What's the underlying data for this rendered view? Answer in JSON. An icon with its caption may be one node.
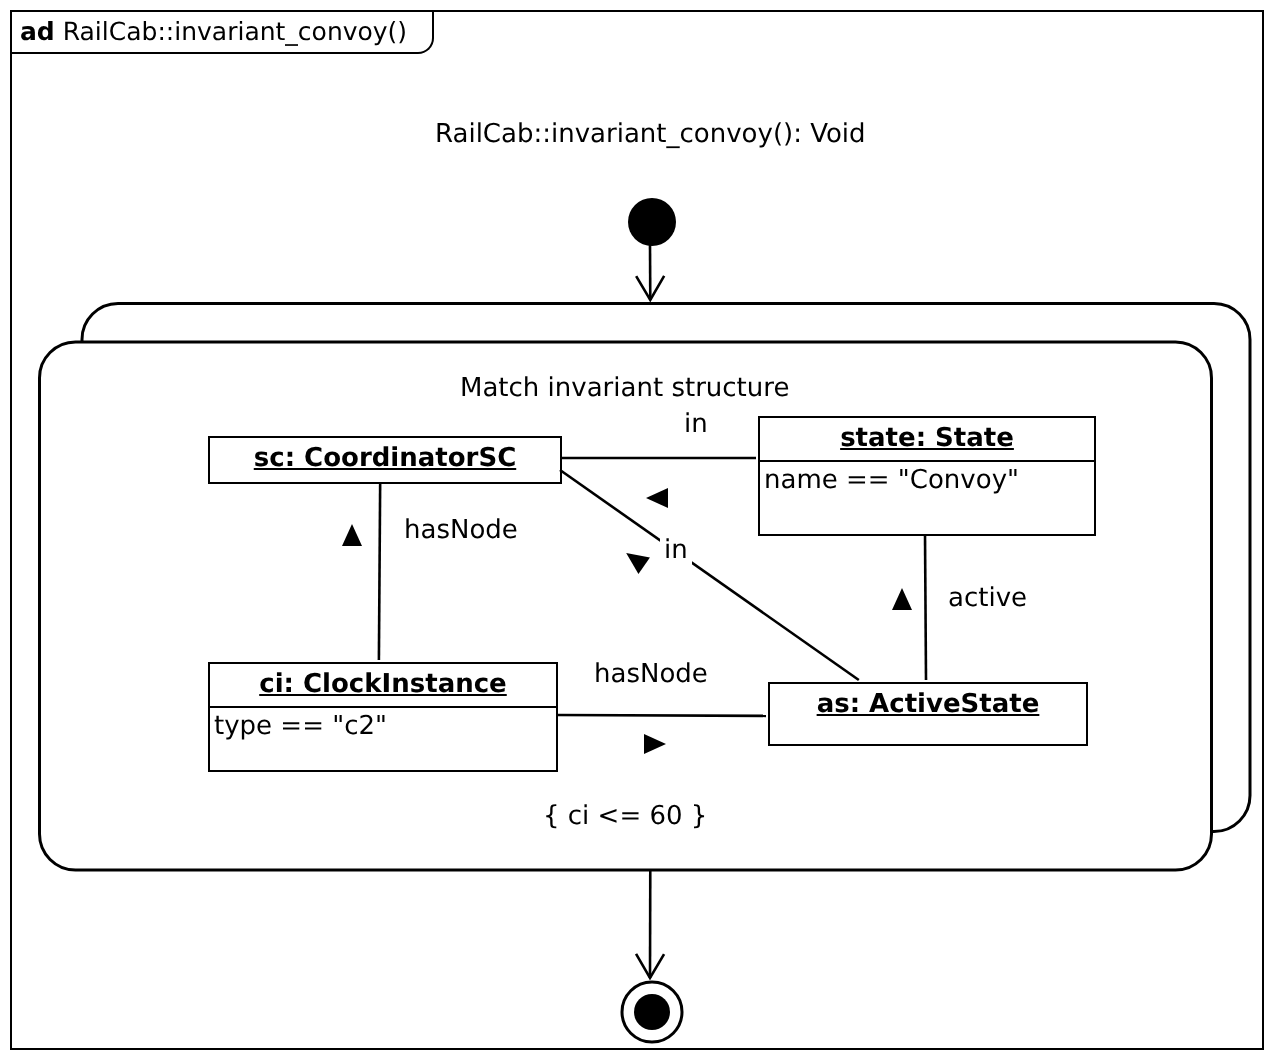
{
  "diagram": {
    "nodes": [
      {
        "text": [
          "**ad** RailCab::invariant_convoy()"
        ]
      },
      {
        "text": [],
        "shape": "circle",
        "in": 0
      },
      {
        "text": [
          "Match invariant structure",
          "{ ci <= 60 }"
        ],
        "in": 0
      },
      {
        "text": [
          "sc: CoordinatorSC"
        ],
        "in": 2
      },
      {
        "text": [
          "state: State",
          "name == \"Convoy\""
        ],
        "in": 2
      },
      {
        "text": [
          "ci: ClockInstance",
          "type == \"c2\""
        ],
        "in": 2
      },
      {
        "text": [
          "as: ActiveState"
        ],
        "in": 2
      },
      {
        "text": [],
        "shape": "circle",
        "in": 0
      }
    ],
    "edges": [
      {
        "from": 1,
        "to": 2,
        "arrow": "to"
      },
      {
        "from": 2,
        "to": 7,
        "arrow": "to"
      },
      {
        "from": 4,
        "to": 3,
        "arrow": "none",
        "label": "in"
      },
      {
        "from": 6,
        "to": 3,
        "arrow": "none",
        "label": "in"
      },
      {
        "from": 5,
        "to": 3,
        "arrow": "none",
        "label": "hasNode"
      },
      {
        "from": 5,
        "to": 6,
        "arrow": "none",
        "label": "hasNode"
      },
      {
        "from": 6,
        "to": 4,
        "arrow": "none",
        "label": "active"
      }
    ],
    "labels": [
      "RailCab::invariant_convoy(): Void"
    ]
  }
}
